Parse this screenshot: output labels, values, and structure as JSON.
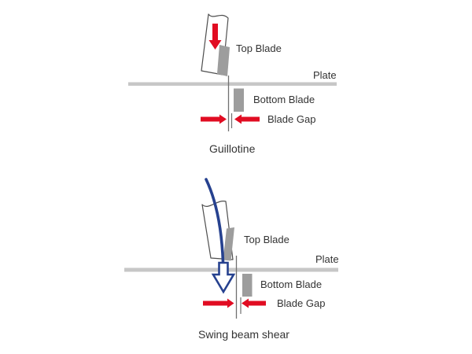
{
  "figure": {
    "background": "#ffffff",
    "colors": {
      "arrow_red": "#e10c22",
      "swing_blue": "#26418f",
      "blade_gray": "#9d9d9d",
      "plate_gray": "#c7c7c7",
      "outline_gray": "#4f4f4f",
      "text": "#333333"
    },
    "diagrams": [
      {
        "id": "guillotine",
        "caption": "Guillotine",
        "labels": {
          "top_blade": "Top Blade",
          "plate": "Plate",
          "bottom_blade": "Bottom Blade",
          "blade_gap": "Blade Gap"
        }
      },
      {
        "id": "swing-beam-shear",
        "caption": "Swing beam shear",
        "labels": {
          "top_blade": "Top Blade",
          "plate": "Plate",
          "bottom_blade": "Bottom Blade",
          "blade_gap": "Blade Gap"
        }
      }
    ]
  }
}
